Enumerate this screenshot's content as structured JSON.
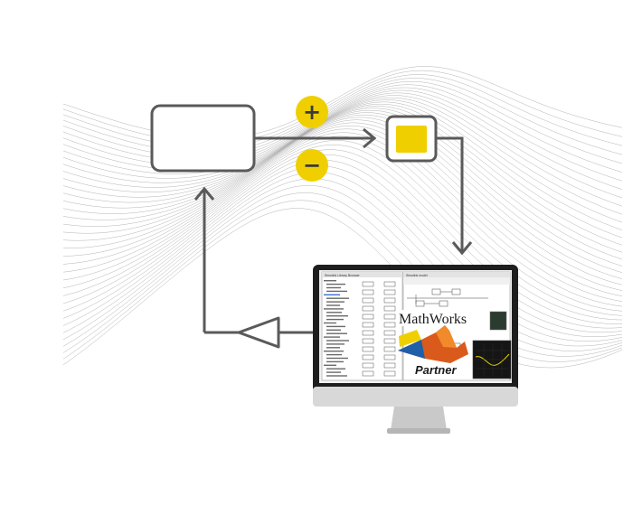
{
  "diagram": {
    "plus_symbol": "+",
    "minus_symbol": "−",
    "accent_color": "#f0cf00",
    "line_color": "#555555"
  },
  "monitor": {
    "logo_text": "MathWorks",
    "logo_sub": "®",
    "partner_text": "Partner",
    "window_left_title": "Simulink Library Browser",
    "window_right_title": "Simulink model"
  }
}
